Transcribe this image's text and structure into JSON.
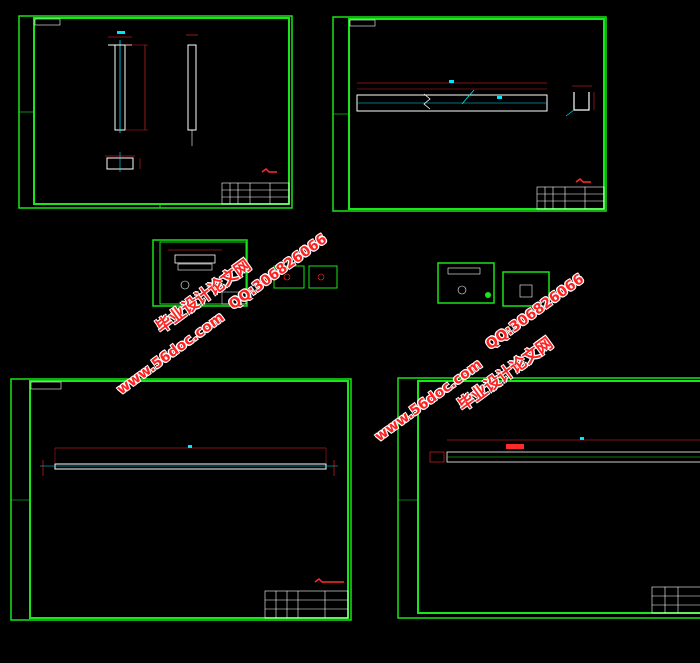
{
  "colors": {
    "background": "#000000",
    "frame": "#19e619",
    "geometry": "#ffffff",
    "dimension": "#ff2a2a",
    "centerline": "#00e5ff",
    "watermark": "#ff2020",
    "watermark_outline": "#ffffff"
  },
  "watermarks": [
    {
      "text": "毕业设计论文网"
    },
    {
      "text": "www.56doc.com"
    },
    {
      "text": "QQ:306826066"
    },
    {
      "text": "www.56doc.com"
    },
    {
      "text": "QQ:306826066"
    },
    {
      "text": "毕业设计论文网"
    }
  ]
}
